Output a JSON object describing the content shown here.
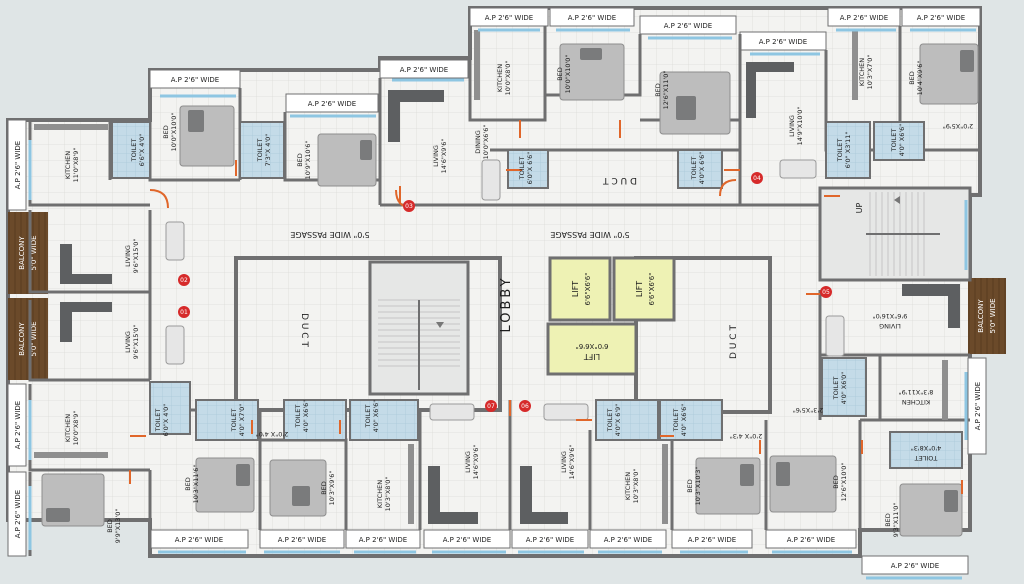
{
  "title": "Typical Floor Plan",
  "colors": {
    "wall": "#6f6f70",
    "floor": "#f2f2f0",
    "tile_line": "#dcdcd8",
    "toilet": "#c4dbe8",
    "lift": "#eef2b4",
    "balcony": "#6b4a2a",
    "door_marker": "#d62a2a",
    "door_swing": "#e0662a",
    "sofa": "#5d5f61",
    "bed": "#b9b9b9",
    "window": "#8ec6e2"
  },
  "core": {
    "lobby": "LOBBY",
    "passage_1": "5'0\" WIDE PASSAGE",
    "passage_2": "5'0\" WIDE PASSAGE",
    "duct_top": "D U C T",
    "duct_left": "D U C T",
    "duct_right": "D U C T",
    "stair_up": "UP",
    "lift_1": "LIFT",
    "lift_1_dim": "6'6\"X6'6\"",
    "lift_2": "LIFT",
    "lift_2_dim": "6'6\"X6'6\"",
    "lift_3": "LIFT",
    "lift_3_dim": "6'0\"X6'6\""
  },
  "flat_numbers": [
    "01",
    "02",
    "03",
    "04",
    "05",
    "06",
    "07"
  ],
  "ap_label": "A.P 2'6\" WIDE",
  "balcony_label": "BALCONY",
  "balcony_dim": "5'0\" WIDE",
  "rooms": {
    "kitchen_tl": {
      "name": "KITCHEN",
      "dim": "11'0\"X8'9\""
    },
    "toilet_tl": {
      "name": "TOILET",
      "dim": "6'6\"X 4'0\""
    },
    "bed_tl1": {
      "name": "BED",
      "dim": "10'0\"X10'0\""
    },
    "toilet_tl2": {
      "name": "TOILET",
      "dim": "7'3\"X 4'0\""
    },
    "bed_tl2": {
      "name": "BED",
      "dim": "10'9\"X10'6\""
    },
    "living_03": {
      "name": "LIVING",
      "dim": "14'6\"X9'6\""
    },
    "dining_03": {
      "name": "DINING",
      "dim": "10'0\"X6'6\""
    },
    "kitchen_tc": {
      "name": "KITCHEN",
      "dim": "10'0\"X8'0\""
    },
    "bed_tc1": {
      "name": "BED",
      "dim": "10'0\"X10'0\""
    },
    "toilet_tc1": {
      "name": "TOILET",
      "dim": "6'0\"X 6'6\""
    },
    "bed_tc2": {
      "name": "BED",
      "dim": "12'6\"X11'0\""
    },
    "toilet_tc2": {
      "name": "TOILET",
      "dim": "4'0\"X 6'6\""
    },
    "living_04": {
      "name": "LIVING",
      "dim": "14'9\"X10'0\""
    },
    "kitchen_tr": {
      "name": "KITCHEN",
      "dim": "10'3\"X7'0\""
    },
    "bed_tr": {
      "name": "BED",
      "dim": "10'4\"X9'6\""
    },
    "toilet_tr1": {
      "name": "TOILET",
      "dim": "6'0\" X3'11\""
    },
    "toilet_tr2": {
      "name": "TOILET",
      "dim": "4'0\" X6'6\""
    },
    "misc_tr": {
      "dim": "2'0\"X5'9\""
    },
    "living_02": {
      "name": "LIVING",
      "dim": "9'6\"X15'0\""
    },
    "living_01": {
      "name": "LIVING",
      "dim": "9'6\"X15'0\""
    },
    "living_05": {
      "name": "LIVING",
      "dim": "9'6\"X16'0\""
    },
    "kitchen_r": {
      "name": "KITCHEN",
      "dim": "8'3\"X11'9\""
    },
    "toilet_r1": {
      "name": "TOILET",
      "dim": "4'0\" X6'0\""
    },
    "toilet_r2": {
      "name": "TOILET",
      "dim": "4'0\"X8'3\""
    },
    "kitchen_bl": {
      "name": "KITCHEN",
      "dim": "10'0\"X8'9\""
    },
    "bed_bl": {
      "name": "BED",
      "dim": "9'9\"X13'0\""
    },
    "toilet_bl1": {
      "name": "TOILET",
      "dim": "6'0\"X 4'0\""
    },
    "toilet_bl2": {
      "name": "TOILET",
      "dim": "4'0\" X7'0\""
    },
    "misc_bl": {
      "dim": "2'0\"X 4'0\""
    },
    "bed_bl2": {
      "name": "BED",
      "dim": "10'3\"X11'6\""
    },
    "bed_bl3": {
      "name": "BED",
      "dim": "10'3\"X9'6\""
    },
    "toilet_bl3": {
      "name": "TOILET",
      "dim": "4'0\" X6'6\""
    },
    "toilet_bl4": {
      "name": "TOILET",
      "dim": "4'0\" X6'6\""
    },
    "kitchen_bc1": {
      "name": "KITCHEN",
      "dim": "10'3\"X8'0\""
    },
    "living_07": {
      "name": "LIVING",
      "dim": "14'6\"X9'6\""
    },
    "living_06": {
      "name": "LIVING",
      "dim": "14'6\"X9'6\""
    },
    "kitchen_bc2": {
      "name": "KITCHEN",
      "dim": "10'3\"X8'0\""
    },
    "toilet_bc1": {
      "name": "TOILET",
      "dim": "4'0\"X 6'9\""
    },
    "toilet_bc2": {
      "name": "TOILET",
      "dim": "4'0\" X6'6\""
    },
    "misc_bc": {
      "dim": "2'0\"X 4'3\""
    },
    "bed_br1": {
      "name": "BED",
      "dim": "10'3\"X10'3\""
    },
    "bed_br2": {
      "name": "BED",
      "dim": "12'6\"X10'0\""
    },
    "misc_br": {
      "dim": "2'3\"X5'6\""
    },
    "bed_br3": {
      "name": "BED",
      "dim": "9'3\"X11'0\""
    }
  }
}
